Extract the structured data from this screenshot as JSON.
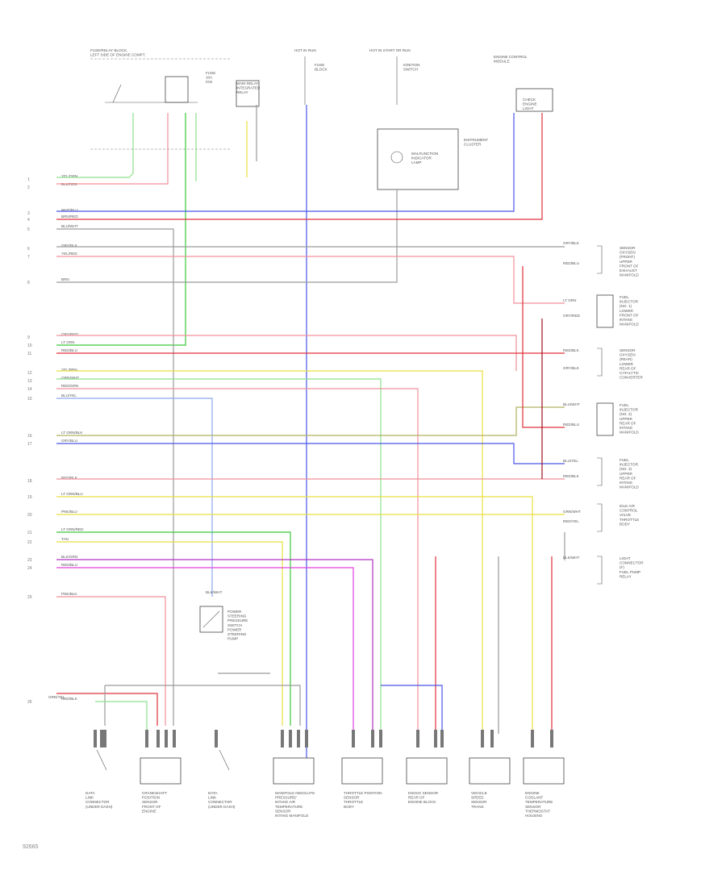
{
  "colors": {
    "gray": "#9a9a9a",
    "red": "#e0303a",
    "pink": "#f0909a",
    "blue": "#4a56e8",
    "green": "#3cc83c",
    "lgreen": "#8ee08e",
    "yellow": "#e8e040",
    "purple": "#b030c0",
    "magenta": "#e040e0",
    "lblue": "#8aa8f0",
    "olive": "#b0b060",
    "dred": "#a01020",
    "ltgray": "#c0c0c0"
  },
  "page_code": "92665",
  "top_labels": {
    "fuse_block": "FUSE/RELAY BLOCK,\nLEFT SIDE OF ENGINE COMPT.",
    "fuse": "FUSE\n10A\nIGN",
    "relay_left": "MAIN RELAY\nINTEGRATED\nRELAY",
    "hot_run": "HOT IN RUN",
    "fuse_block_r": "FUSE\nBLOCK",
    "hot_start": "HOT IN START OR RUN",
    "igniter": "IGNITION\nSWITCH",
    "ecm_box": "ENGINE CONTROL\nMODULE",
    "ecu_cap": "CHECK\nENGINE\nLIGHT",
    "instrument": "INSTRUMENT\nCLUSTER",
    "malfunction": "MALFUNCTION\nINDICATOR\nLAMP"
  },
  "pins_left": [
    "1",
    "2",
    "3",
    "4",
    "5",
    "6",
    "7",
    "8",
    "9",
    "10",
    "11",
    "12",
    "13",
    "14",
    "15",
    "16",
    "17",
    "18",
    "19",
    "20",
    "21",
    "22",
    "23",
    "24",
    "25",
    "26"
  ],
  "wire_labels_left": [
    "YEL/GRN",
    "BLK/RED",
    "WHT/BLU",
    "BRN/RED",
    "BLU/WHT",
    "GRY/BLK",
    "YEL/RED",
    "BRN",
    "GRY/RED",
    "LT GRN",
    "RED/BLU",
    "YEL/BRN",
    "GRN/WHT",
    "RED/GRN",
    "BLU/YEL",
    "LT GRN/BLK",
    "GRY/BLU",
    "RED/BLK",
    "LT GRN/BLU",
    "PNK/BLU",
    "LT GRN/RED",
    "TAN",
    "BLK/GRN",
    "RED/BLU",
    "PNK/BLK",
    "RED/BLK"
  ],
  "right_components": [
    {
      "label": "SENSOR\nOXYGEN\n(FRONT)\nUPPER\nFRONT OF\nEXHAUST\nMANIFOLD"
    },
    {
      "label": "FUEL\nINJECTOR\n(NO. 1)\nLOWER\nFRONT OF\nINTAKE\nMANIFOLD"
    },
    {
      "label": "SENSOR\nOXYGEN\n(REAR)\nLOWER\nREAR OF\nCATALYTIC\nCONVERTER"
    },
    {
      "label": "FUEL\nINJECTOR\n(NO. 2)\nUPPER\nREAR OF\nINTAKE\nMANIFOLD"
    },
    {
      "label": "FUEL\nINJECTOR\n(NO. 3)\nUPPER\nREAR OF\nINTAKE\nMANIFOLD"
    },
    {
      "label": "IDLE AIR\nCONTROL\nVALVE\nTHROTTLE\nBODY"
    },
    {
      "label": "LIGHT\nCONNECTOR\n(F)\nFUEL PUMP\nRELAY"
    }
  ],
  "right_wire_labels": [
    "GRY/BLK",
    "RED/BLU",
    "LT GRN",
    "GRY/RED",
    "RED/BLK",
    "GRY/BLK",
    "BLU/WHT",
    "RED/BLU",
    "BLU/YEL",
    "RED/BLK",
    "GRN/WHT",
    "RED/YEL",
    "BLK/WHT"
  ],
  "mid_component": {
    "label": "POWER\nSTEERING\nPRESSURE\nSWITCH\nPOWER\nSTEERING\nPUMP"
  },
  "bottom_components": [
    {
      "label": "DATA\nLINK\nCONNECTOR\n(UNDER DASH)"
    },
    {
      "label": "CRANKSHAFT\nPOSITION\nSENSOR\nFRONT OF\nENGINE"
    },
    {
      "label": "DATA\nLINK\nCONNECTOR\n(UNDER DASH)"
    },
    {
      "label": "MANIFOLD ABSOLUTE\nPRESSURE/\nINTAKE AIR\nTEMPERATURE\nSENSOR\nINTAKE MANIFOLD"
    },
    {
      "label": "THROTTLE POSITION\nSENSOR\nTHROTTLE\nBODY"
    },
    {
      "label": "KNOCK SENSOR\nREAR OF\nENGINE BLOCK"
    },
    {
      "label": "VEHICLE\nSPEED\nSENSOR\nTRANS"
    },
    {
      "label": "ENGINE\nCOOLANT\nTEMPERATURE\nSENSOR\nTHERMOSTAT\nHOUSING"
    }
  ],
  "bottom_left_label": "GRN/YEL",
  "connector_label": "BLK/WHT"
}
